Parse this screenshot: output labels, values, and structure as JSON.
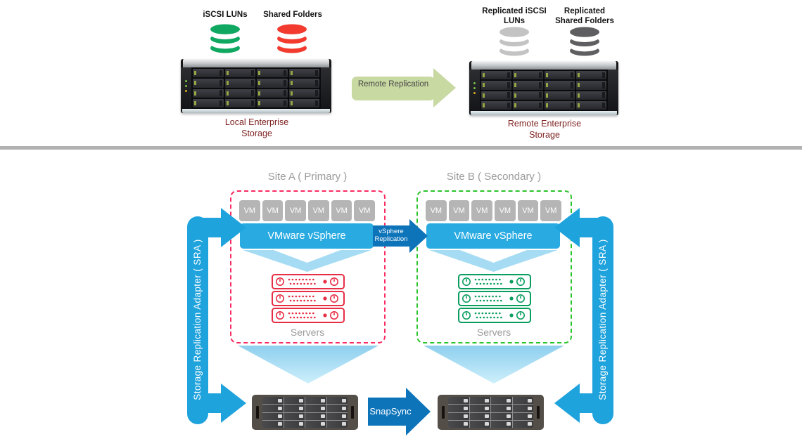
{
  "diagram": {
    "top": {
      "local_storage": {
        "iscsi_luns_label": "iSCSI LUNs",
        "shared_folders_label": "Shared Folders",
        "caption": "Local Enterprise Storage"
      },
      "replication_arrow_label": "Remote Replication",
      "remote_storage": {
        "iscsi_luns_label": "Replicated iSCSI LUNs",
        "shared_folders_label": "Replicated Shared Folders",
        "caption": "Remote Enterprise Storage"
      }
    },
    "bottom": {
      "site_a_title": "Site A ( Primary )",
      "site_b_title": "Site B ( Secondary )",
      "vm_label": "VM",
      "vsphere_label": "VMware vSphere",
      "vsphere_replication_label": "vSphere Replication",
      "servers_label": "Servers",
      "sra_label": "Storage Replication Adapter ( SRA )",
      "snapsync_label": "SnapSync"
    },
    "colors": {
      "iscsi_green": "#10a860",
      "folders_red": "#f23a2e",
      "replicated_gray": "#c3c3c3",
      "replicated_dark_gray": "#5f5f61",
      "caption_maroon": "#7d1f1f",
      "remote_arrow_olive": "#c9d9a2",
      "cyan_accent": "#29abe2",
      "dark_blue_arrow": "#0d74ba",
      "site_a_dashed": "#fb2a62",
      "site_b_dashed": "#2cc42c",
      "server_red": "#e72e45",
      "server_green": "#0a9e5e",
      "gray_text": "#9b9b9b"
    }
  }
}
